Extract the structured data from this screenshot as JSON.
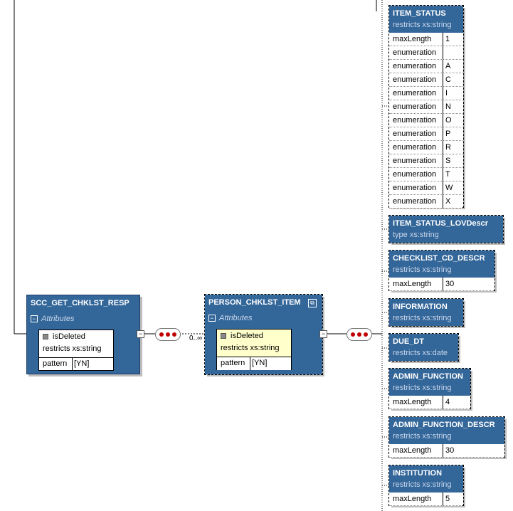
{
  "colors": {
    "node_fill": "#336699",
    "node_text": "#ffffff",
    "sequence_dot": "#c00000",
    "attr_bg_yellow": "#ffffcc"
  },
  "root": {
    "name": "SCC_GET_CHKLST_RESP",
    "attributes_label": "Attributes",
    "attribute": {
      "name": "isDeleted",
      "restricts": "restricts xs:string",
      "pattern_key": "pattern",
      "pattern_value": "[YN]"
    }
  },
  "child": {
    "name": "PERSON_CHKLST_ITEM",
    "occurrence": "0..∞",
    "attributes_label": "Attributes",
    "attribute": {
      "name": "isDeleted",
      "restricts": "restricts xs:string",
      "pattern_key": "pattern",
      "pattern_value": "[YN]"
    }
  },
  "elements": [
    {
      "name": "ITEM_STATUS",
      "sub": "restricts xs:string",
      "facets": [
        {
          "k": "maxLength",
          "v": "1"
        },
        {
          "k": "enumeration",
          "v": ""
        },
        {
          "k": "enumeration",
          "v": "A"
        },
        {
          "k": "enumeration",
          "v": "C"
        },
        {
          "k": "enumeration",
          "v": "I"
        },
        {
          "k": "enumeration",
          "v": "N"
        },
        {
          "k": "enumeration",
          "v": "O"
        },
        {
          "k": "enumeration",
          "v": "P"
        },
        {
          "k": "enumeration",
          "v": "R"
        },
        {
          "k": "enumeration",
          "v": "S"
        },
        {
          "k": "enumeration",
          "v": "T"
        },
        {
          "k": "enumeration",
          "v": "W"
        },
        {
          "k": "enumeration",
          "v": "X"
        }
      ]
    },
    {
      "name": "ITEM_STATUS_LOVDescr",
      "sub": "type xs:string",
      "facets": []
    },
    {
      "name": "CHECKLIST_CD_DESCR",
      "sub": "restricts xs:string",
      "facets": [
        {
          "k": "maxLength",
          "v": "30"
        }
      ]
    },
    {
      "name": "INFORMATION",
      "sub": "restricts xs:string",
      "facets": []
    },
    {
      "name": "DUE_DT",
      "sub": "restricts xs:date",
      "facets": []
    },
    {
      "name": "ADMIN_FUNCTION",
      "sub": "restricts xs:string",
      "facets": [
        {
          "k": "maxLength",
          "v": "4"
        }
      ]
    },
    {
      "name": "ADMIN_FUNCTION_DESCR",
      "sub": "restricts xs:string",
      "facets": [
        {
          "k": "maxLength",
          "v": "30"
        }
      ]
    },
    {
      "name": "INSTITUTION",
      "sub": "restricts xs:string",
      "facets": [
        {
          "k": "maxLength",
          "v": "5"
        }
      ]
    }
  ]
}
